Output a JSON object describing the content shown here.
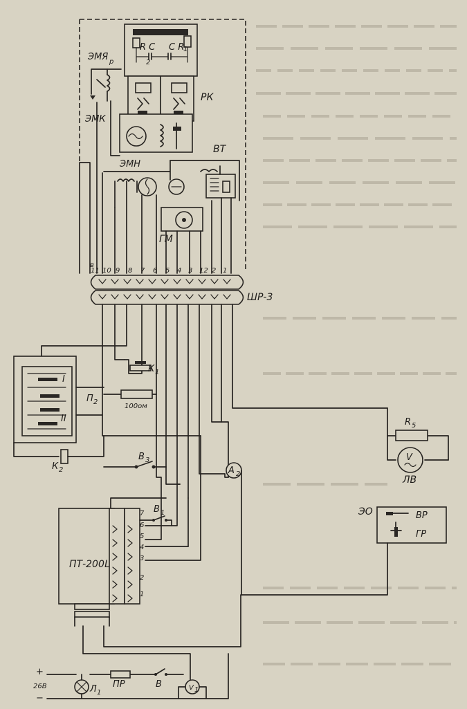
{
  "labels": {
    "rc": "R C",
    "c_r1": "C R",
    "sub_1": "1",
    "sub_2": "2",
    "emya": "ЭМЯ",
    "emya_sub": "р",
    "rk": "РК",
    "emk": "ЭМК",
    "vt": "ВТ",
    "emn": "ЭМН",
    "gm": "ГМ",
    "shr3": "ШР-3",
    "k1": "К",
    "k1_sub": "1",
    "p2": "П",
    "p2_sub": "2",
    "r100": "100ом",
    "roman_1": "I",
    "roman_2": "II",
    "k2": "К",
    "k2_sub": "2",
    "v3": "В",
    "v3_sub": "3",
    "a2": "А",
    "a2_sub": "2",
    "r5": "R",
    "r5_sub": "5",
    "lv": "ЛВ",
    "eo": "ЭО",
    "vr": "ВР",
    "gr": "ГР",
    "pt": "ПТ-200Ц",
    "v1": "В",
    "v1_sub": "1",
    "v_switch": "В",
    "pr": "ПР",
    "l1": "Л",
    "l1_sub": "1",
    "v1_meter": "V",
    "v1_meter_sub": "1",
    "v_meter": "V",
    "plus": "+",
    "minus": "−",
    "v28": "26В",
    "b_mark": "в",
    "connector_pins": [
      "11",
      "10",
      "9",
      "8",
      "7",
      "6",
      "5",
      "4",
      "3",
      "12",
      "2",
      "1"
    ],
    "pt_pins": [
      "7",
      "6",
      "5",
      "4",
      "3",
      "2",
      "1"
    ]
  }
}
